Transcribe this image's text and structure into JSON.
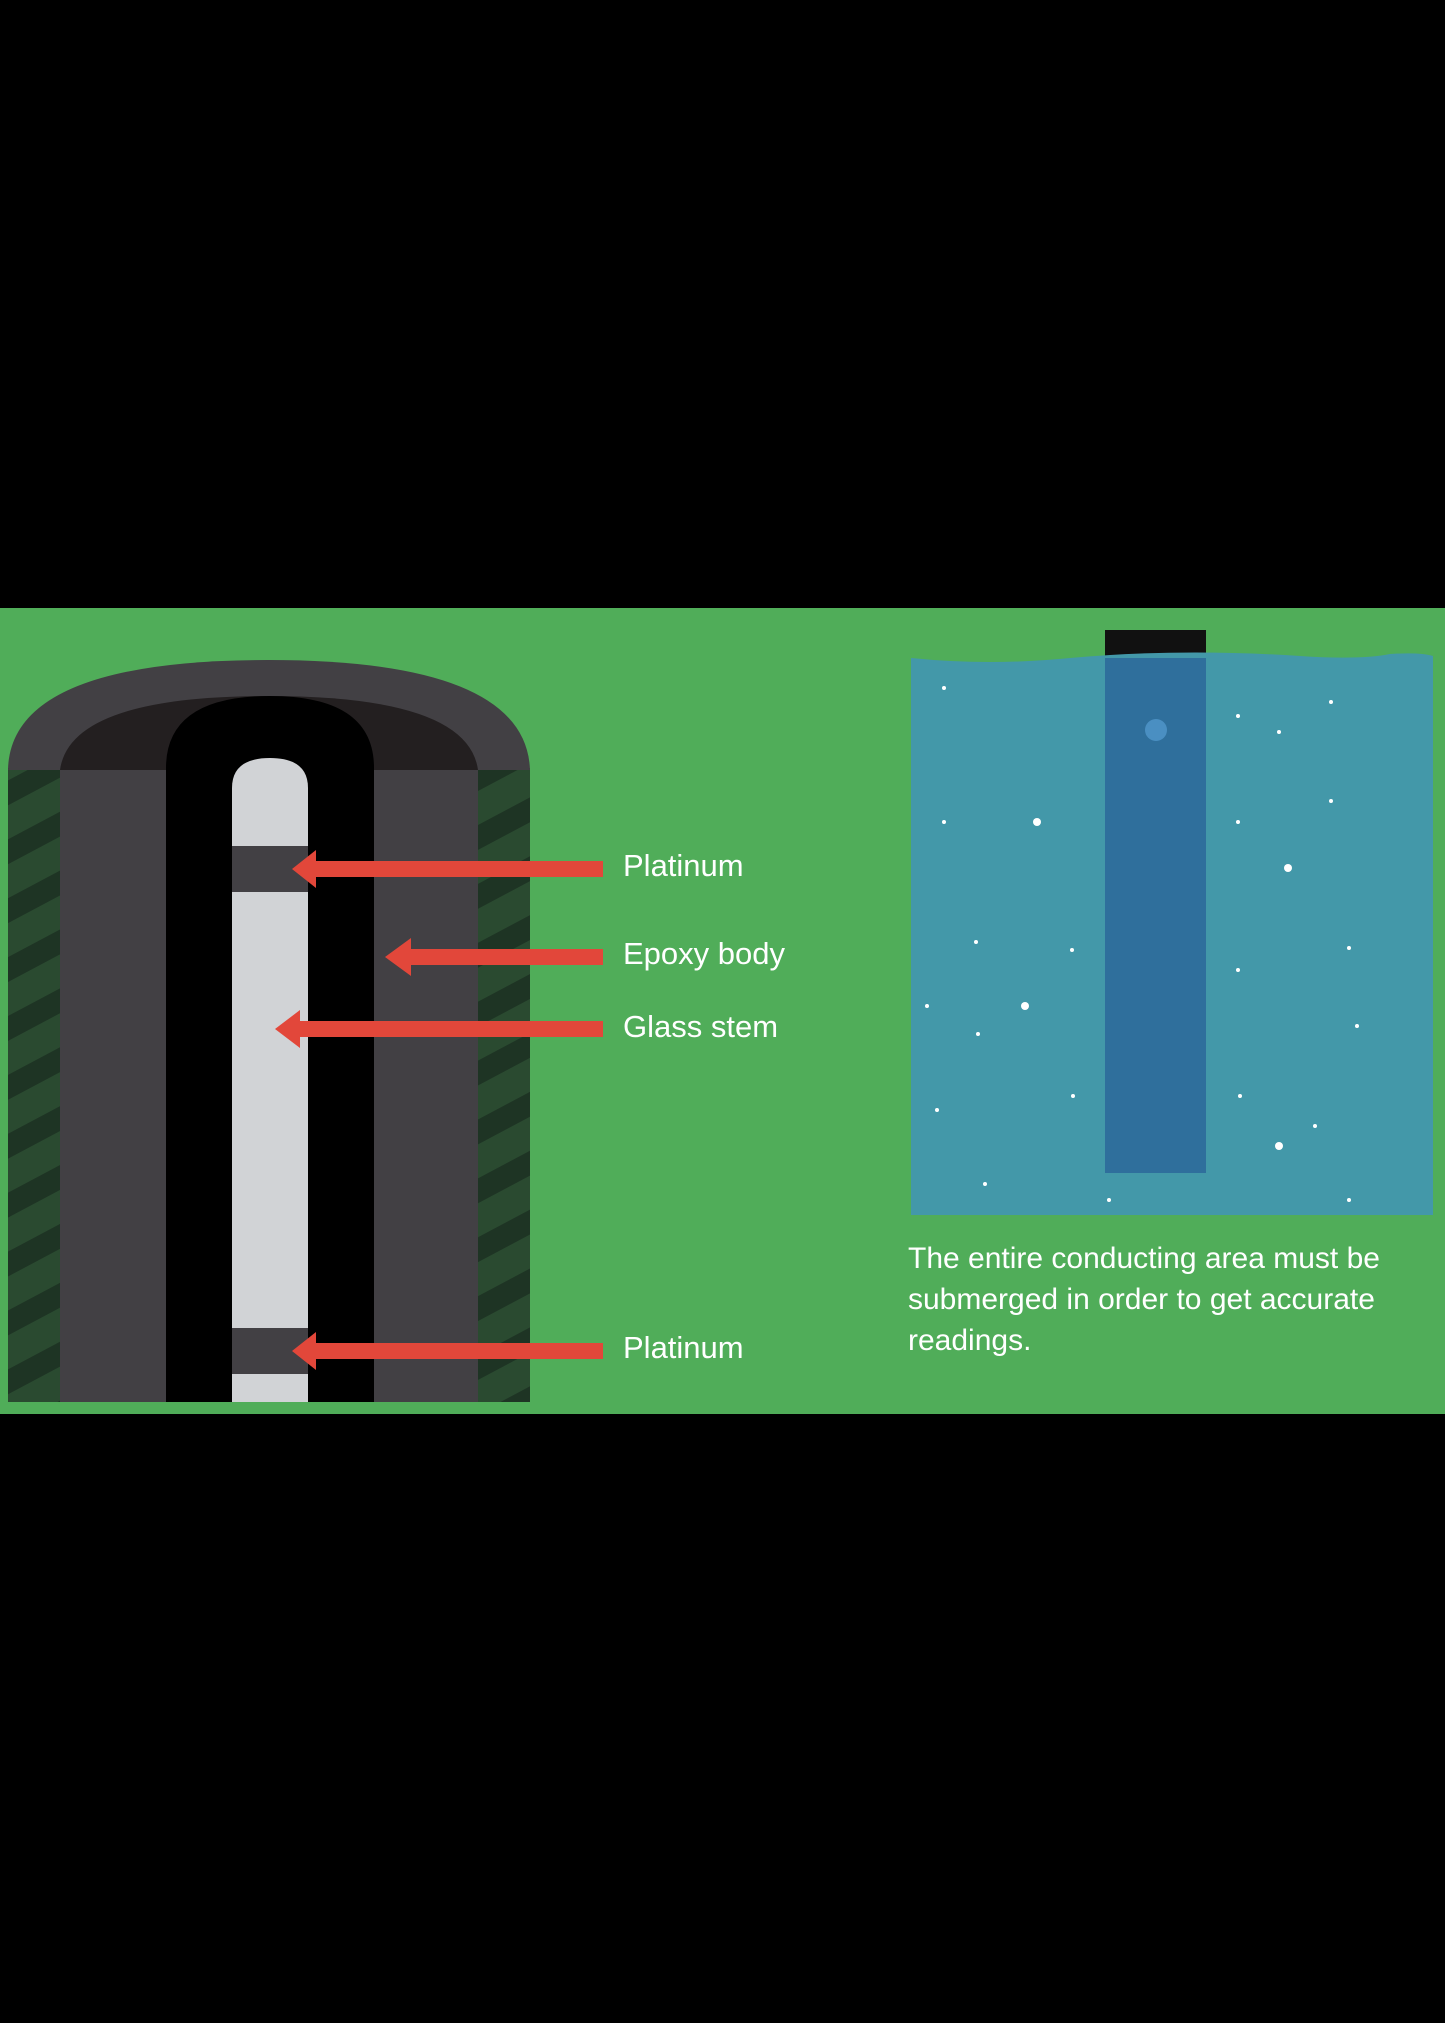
{
  "labels": {
    "platinum_top": "Platinum",
    "epoxy_body": "Epoxy body",
    "glass_stem": "Glass stem",
    "platinum_bottom": "Platinum"
  },
  "caption": "The entire conducting area must be submerged in order to get accurate readings.",
  "colors": {
    "background": "#000000",
    "panel": "#50ad59",
    "arrow": "#e2473a",
    "water": "#4398a9",
    "probe_submerged": "#2f6f9c",
    "probe_above_water": "#111111",
    "epoxy_outer": "#424044",
    "epoxy_dark": "#231f20",
    "glass": "#d1d3d6",
    "platinum_band": "#424044"
  },
  "icons": [
    "arrow-left-icon"
  ]
}
